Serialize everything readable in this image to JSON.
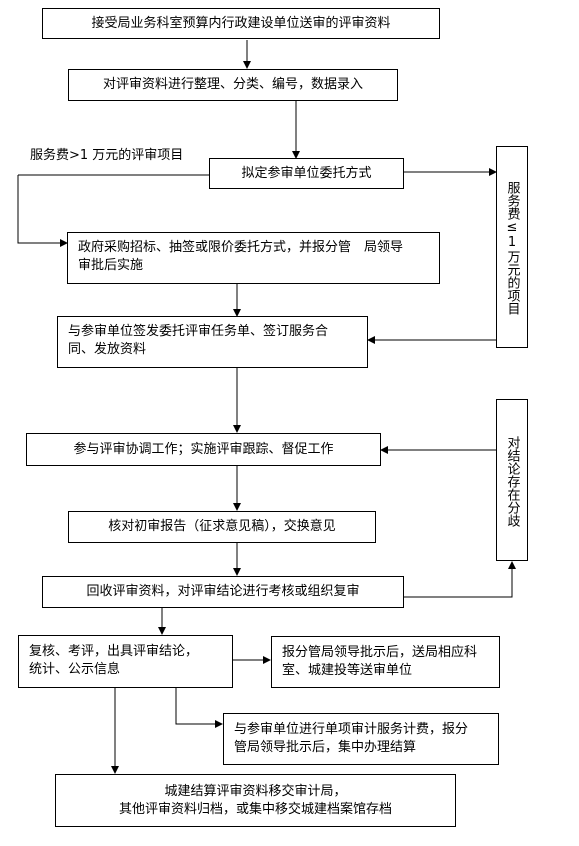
{
  "nodes": {
    "receive": "接受局业务科室预算内行政建设单位送审的评审资料",
    "organize": "对评审资料进行整理、分类、编号，数据录入",
    "commission": "拟定参审单位委托方式",
    "procurement_line1": "政府采购招标、抽签或限价委托方式，并报分管　局领导",
    "procurement_line2": "审批后实施",
    "sign_line1": "与参审单位签发委托评审任务单、签订服务合",
    "sign_line2": "同、发放资料",
    "coordinate": "参与评审协调工作；实施评审跟踪、督促工作",
    "verify": "核对初审报告（征求意见稿），交换意见",
    "recover": "回收评审资料，对评审结论进行考核或组织复审",
    "review_line1": "复核、考评，出具评审结论，",
    "review_line2": "统计、公示信息",
    "report_line1": "报分管局领导批示后，送局相应科",
    "report_line2": "室、城建投等送审单位",
    "billing_line1": "与参审单位进行单项审计服务计费，报分",
    "billing_line2": "管局领导批示后，集中办理结算",
    "archive_line1": "城建结算评审资料移交审计局，",
    "archive_line2": "其他评审资料归档，或集中移交城建档案馆存档",
    "small_fee": "服务费≤1万元的项目",
    "dispute": "对结论存在分歧"
  },
  "labels": {
    "large_fee": "服务费>1 万元的评审项目"
  }
}
